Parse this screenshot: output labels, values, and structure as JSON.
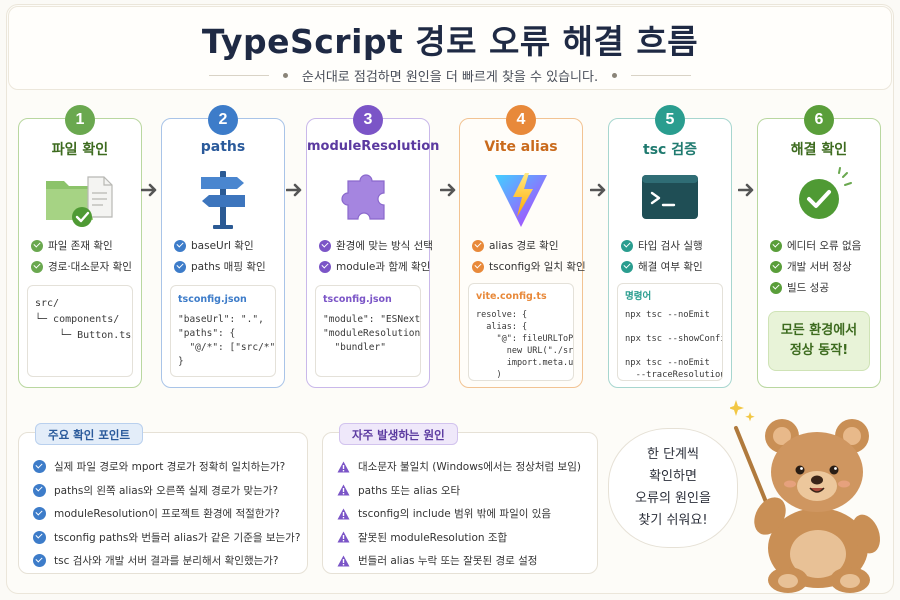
{
  "header": {
    "title": "TypeScript 경로 오류 해결 흐름",
    "subtitle": "순서대로 점검하면 원인을 더 빠르게 찾을 수 있습니다."
  },
  "steps": [
    {
      "number": "1",
      "title": "파일 확인",
      "color": "#6aa84f",
      "icon": "folder-file-icon",
      "checks": [
        "파일 존재 확인",
        "경로·대소문자 확인"
      ],
      "code_label": "",
      "code": "src/\n└─ components/\n    └─ Button.tsx"
    },
    {
      "number": "2",
      "title": "paths",
      "color": "#3d7cc9",
      "icon": "signpost-icon",
      "checks": [
        "baseUrl 확인",
        "paths 매핑 확인"
      ],
      "code_label": "tsconfig.json",
      "code": "\"baseUrl\": \".\",\n\"paths\": {\n  \"@/*\": [\"src/*\"]\n}"
    },
    {
      "number": "3",
      "title": "moduleResolution",
      "color": "#7b55c7",
      "icon": "puzzle-icon",
      "checks": [
        "환경에 맞는 방식 선택",
        "module과 함께 확인"
      ],
      "code_label": "tsconfig.json",
      "code": "\"module\": \"ESNext\",\n\"moduleResolution\":\n  \"bundler\""
    },
    {
      "number": "4",
      "title": "Vite alias",
      "color": "#e8893a",
      "icon": "vite-logo-icon",
      "checks": [
        "alias 경로 확인",
        "tsconfig와 일치 확인"
      ],
      "code_label": "vite.config.ts",
      "code": "resolve: {\n  alias: {\n    \"@\": fileURLToPath(\n      new URL(\"./src\",\n      import.meta.url)\n    )\n  }"
    },
    {
      "number": "5",
      "title": "tsc 검증",
      "color": "#2a9d8f",
      "icon": "terminal-icon",
      "checks": [
        "타입 검사 실행",
        "해결 여부 확인"
      ],
      "code_label": "명령어",
      "code": "npx tsc --noEmit\n\nnpx tsc --showConfig\n\nnpx tsc --noEmit\n  --traceResolution"
    },
    {
      "number": "6",
      "title": "해결 확인",
      "color": "#5a9e3a",
      "icon": "success-check-icon",
      "checks": [
        "에디터 오류 없음",
        "개발 서버 정상",
        "빌드 성공"
      ],
      "result": "모든 환경에서 정상 동작!"
    }
  ],
  "key_points": {
    "tag": "주요 확인 포인트",
    "items": [
      "실제 파일 경로와 mport 경로가 정확히 일치하는가?",
      "paths의 왼쪽 alias와 오른쪽 실제 경로가 맞는가?",
      "moduleResolution이 프로젝트 환경에 적절한가?",
      "tsconfig paths와 번들러 alias가 같은 기준을 보는가?",
      "tsc 검사와 개발 서버 결과를 분리해서 확인했는가?"
    ]
  },
  "common_causes": {
    "tag": "자주 발생하는 원인",
    "items": [
      "대소문자 불일치 (Windows에서는 정상처럼 보임)",
      "paths 또는 alias 오타",
      "tsconfig의 include 범위 밖에 파일이 있음",
      "잘못된 moduleResolution 조합",
      "번들러 alias 누락 또는 잘못된 경로 설정"
    ]
  },
  "bubble": {
    "lines": [
      "한 단계씩",
      "확인하면",
      "오류의 원인을",
      "찾기 쉬워요!"
    ]
  },
  "colors": {
    "key_points_accent": "#3d7cc9",
    "causes_accent": "#7b55c7"
  }
}
